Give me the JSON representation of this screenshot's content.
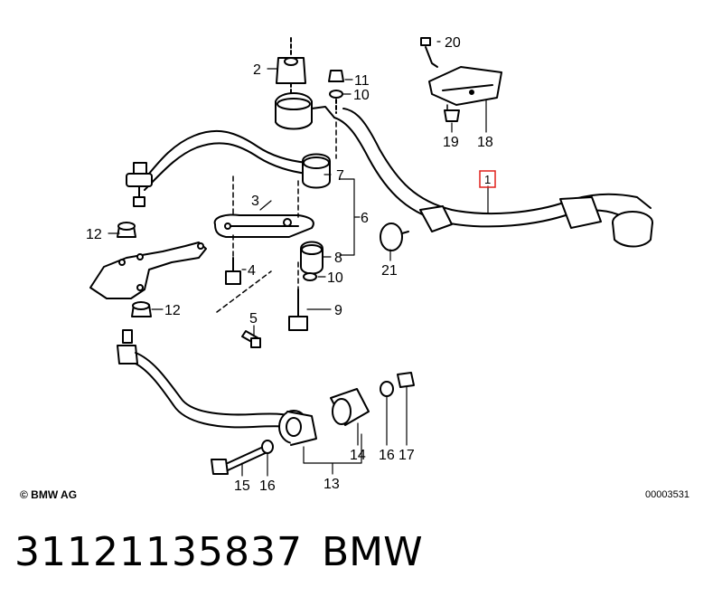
{
  "diagram": {
    "callouts": [
      {
        "id": "1",
        "highlighted": true
      },
      {
        "id": "2"
      },
      {
        "id": "3"
      },
      {
        "id": "4"
      },
      {
        "id": "5"
      },
      {
        "id": "6"
      },
      {
        "id": "7"
      },
      {
        "id": "8"
      },
      {
        "id": "9"
      },
      {
        "id": "10"
      },
      {
        "id": "11"
      },
      {
        "id": "12"
      },
      {
        "id": "13"
      },
      {
        "id": "14"
      },
      {
        "id": "15"
      },
      {
        "id": "16"
      },
      {
        "id": "17"
      },
      {
        "id": "18"
      },
      {
        "id": "19"
      },
      {
        "id": "20"
      },
      {
        "id": "21"
      }
    ],
    "label_1": "1",
    "label_2": "2",
    "label_3": "3",
    "label_4": "4",
    "label_5": "5",
    "label_6": "6",
    "label_7": "7",
    "label_8": "8",
    "label_9": "9",
    "label_10a": "10",
    "label_10b": "10",
    "label_11": "11",
    "label_12a": "12",
    "label_12b": "12",
    "label_13": "13",
    "label_14": "14",
    "label_15": "15",
    "label_16a": "16",
    "label_16b": "16",
    "label_17": "17",
    "label_18": "18",
    "label_19": "19",
    "label_20": "20",
    "label_21": "21",
    "highlight_color": "#e0201b"
  },
  "footer": {
    "copyright": "© BMW AG",
    "image_id": "00003531",
    "part_number": "31121135837",
    "brand": "BMW"
  }
}
